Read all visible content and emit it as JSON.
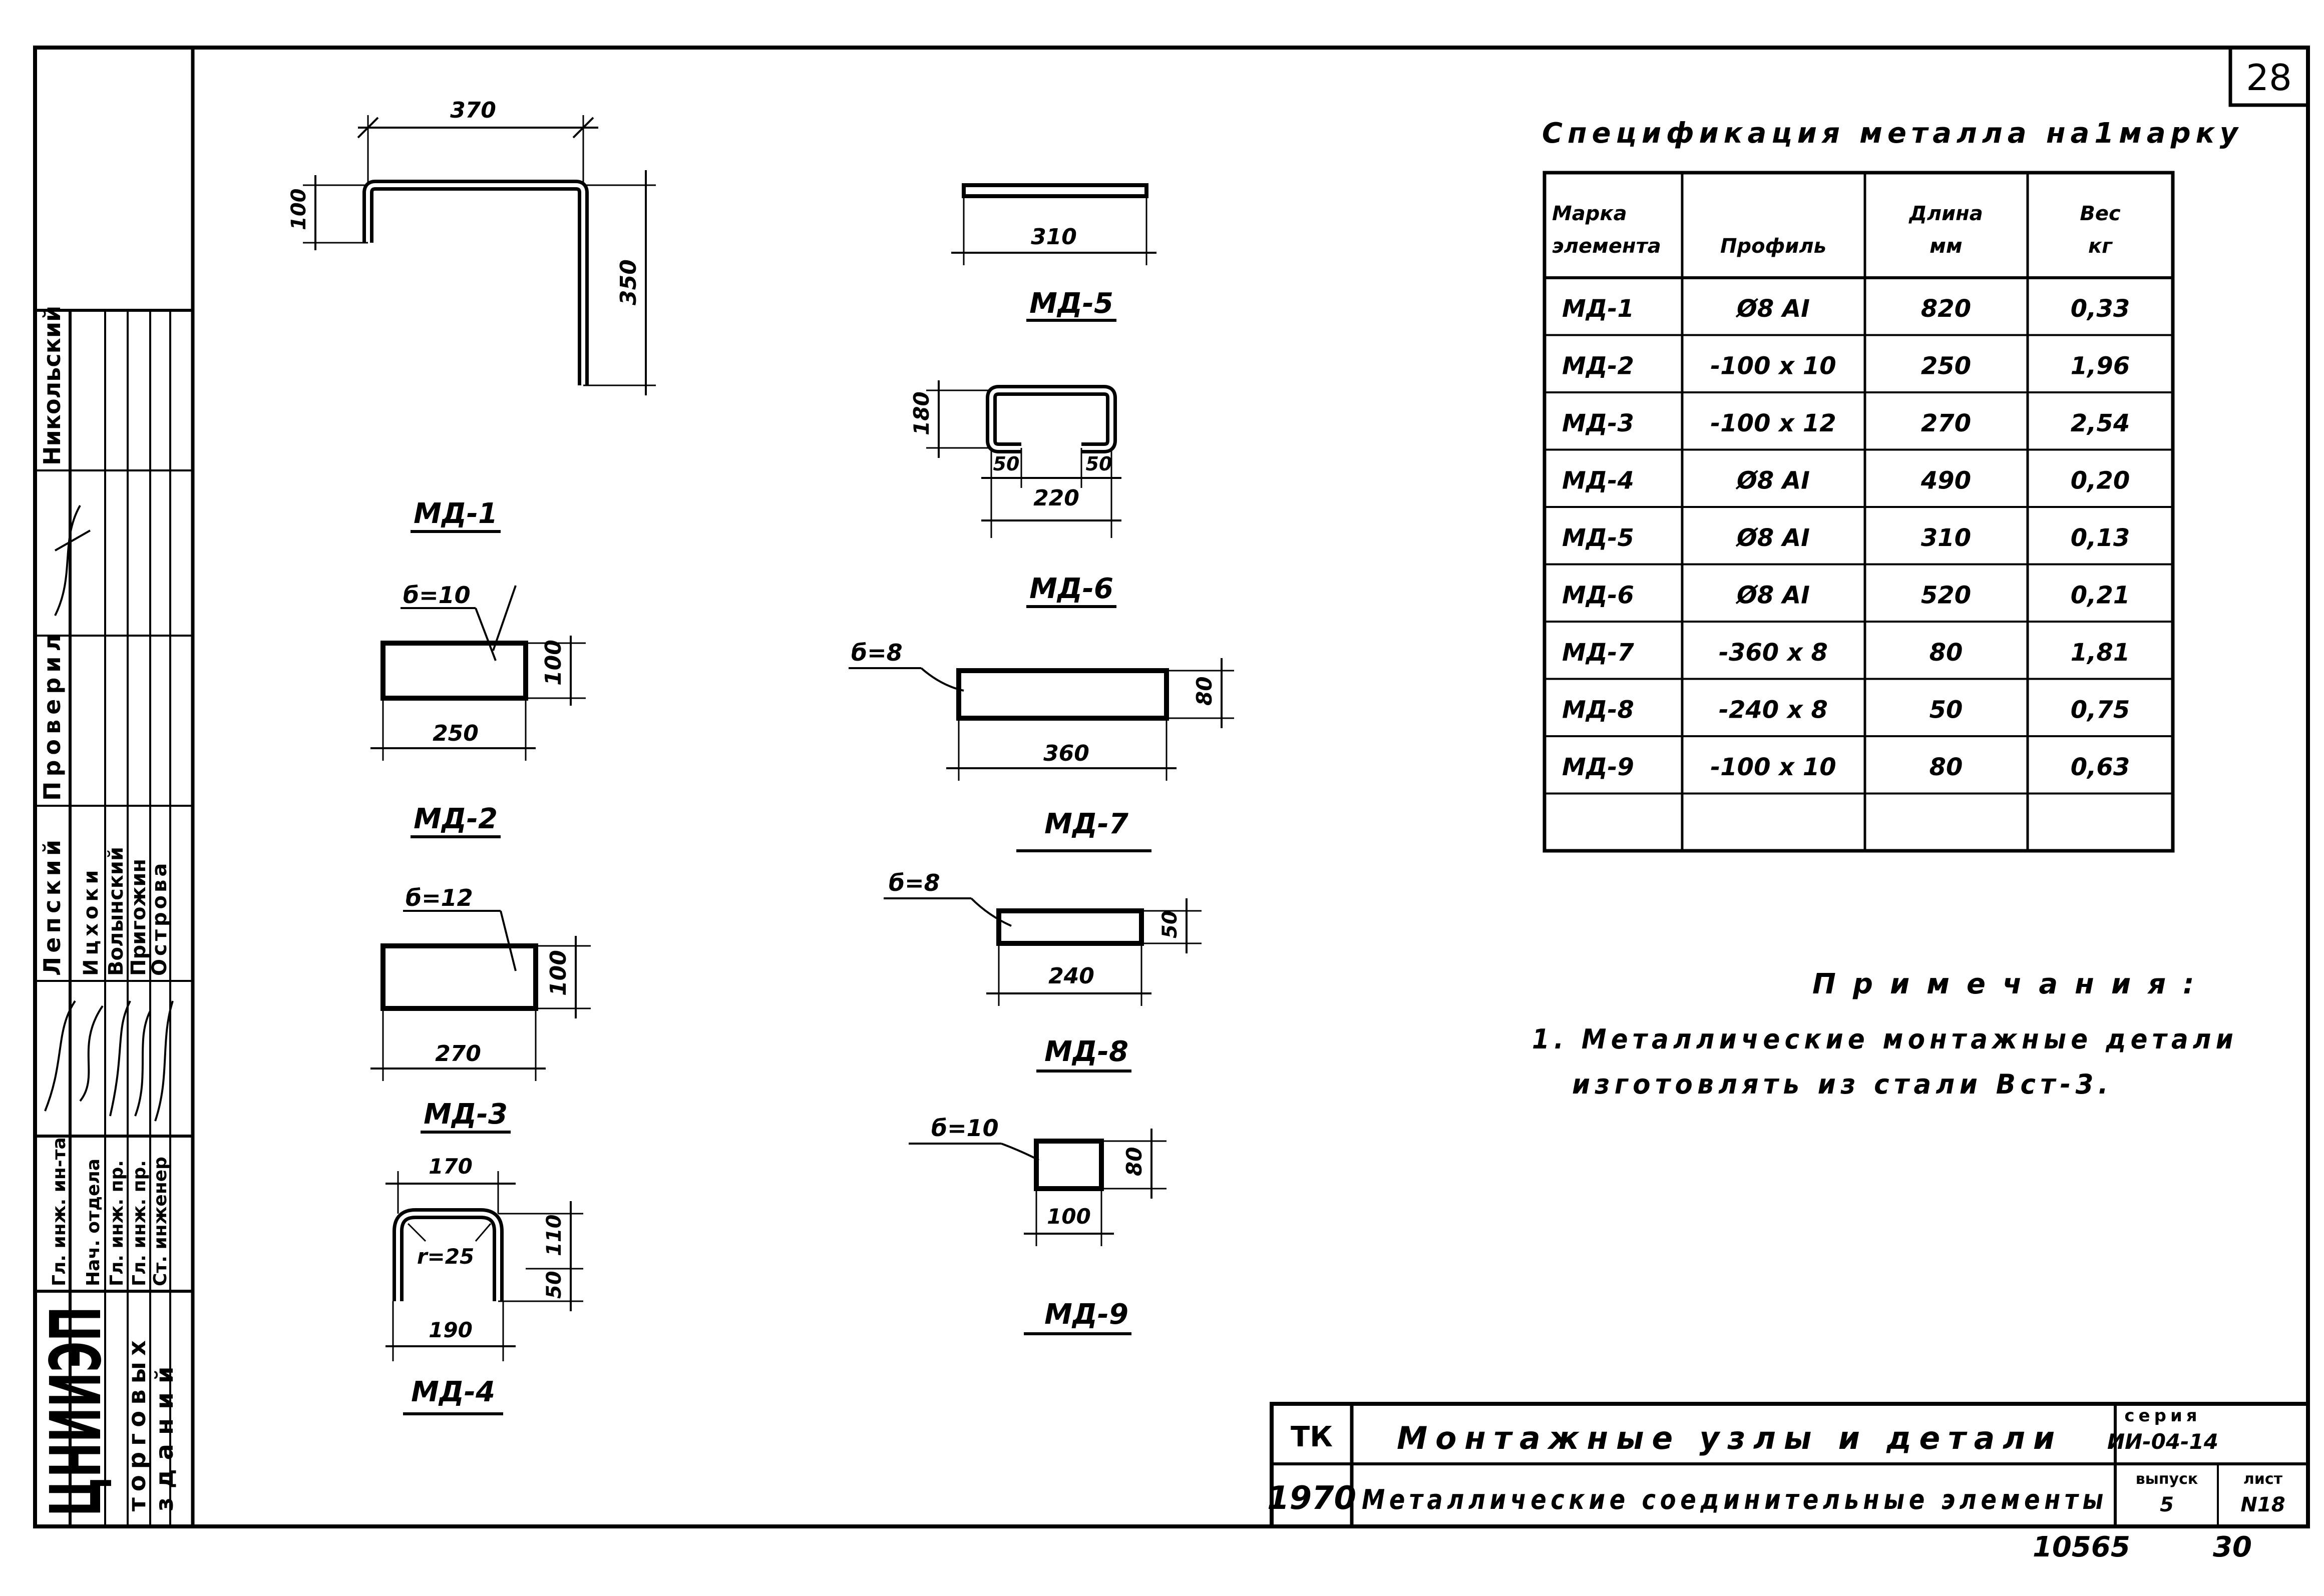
{
  "sheet": {
    "corner_number": "28",
    "bottom_code": "10565",
    "bottom_page": "30"
  },
  "spec": {
    "title": "Спецификация металла на1марку",
    "headers": [
      "Марка элемента",
      "Профиль",
      "Длина мм",
      "Вес кг"
    ],
    "rows": [
      [
        "МД-1",
        "Ø8 AI",
        "820",
        "0,33"
      ],
      [
        "МД-2",
        "-100 x 10",
        "250",
        "1,96"
      ],
      [
        "МД-3",
        "-100 x 12",
        "270",
        "2,54"
      ],
      [
        "МД-4",
        "Ø8 AI",
        "490",
        "0,20"
      ],
      [
        "МД-5",
        "Ø8 AI",
        "310",
        "0,13"
      ],
      [
        "МД-6",
        "Ø8 AI",
        "520",
        "0,21"
      ],
      [
        "МД-7",
        "-360 x 8",
        "80",
        "1,81"
      ],
      [
        "МД-8",
        "-240 x 8",
        "50",
        "0,75"
      ],
      [
        "МД-9",
        "-100 x 10",
        "80",
        "0,63"
      ],
      [
        "",
        "",
        "",
        ""
      ]
    ]
  },
  "notes": {
    "title": "Примечания:",
    "line1": "1. Металлические монтажные детали",
    "line2": "изготовлять из стали Вст-3."
  },
  "parts": {
    "md1": {
      "label": "МД-1",
      "dim_top": "370",
      "dim_left": "100",
      "dim_right": "350"
    },
    "md2": {
      "label": "МД-2",
      "thick": "б=10",
      "dim_w": "250",
      "dim_h": "100"
    },
    "md3": {
      "label": "МД-3",
      "thick": "б=12",
      "dim_w": "270",
      "dim_h": "100"
    },
    "md4": {
      "label": "МД-4",
      "dim_top": "170",
      "dim_bottom": "190",
      "radius": "r=25",
      "dim_h1": "110",
      "dim_h2": "50"
    },
    "md5": {
      "label": "МД-5",
      "dim_w": "310"
    },
    "md6": {
      "label": "МД-6",
      "dim_h": "180",
      "dim_a": "50",
      "dim_b": "50",
      "dim_w": "220"
    },
    "md7": {
      "label": "МД-7",
      "thick": "б=8",
      "dim_w": "360",
      "dim_h": "80"
    },
    "md8": {
      "label": "МД-8",
      "thick": "б=8",
      "dim_w": "240",
      "dim_h": "50"
    },
    "md9": {
      "label": "МД-9",
      "thick": "б=10",
      "dim_w": "100",
      "dim_h": "80"
    }
  },
  "left_strip": {
    "header_cells": [
      "Никольский",
      "",
      "",
      ""
    ],
    "roles": [
      "Гл. инж. ин-та",
      "Нач. отдела",
      "Гл. инж. пр.",
      "Гл. инж. пр.",
      "Ст. инженер"
    ],
    "names": [
      "Лепский",
      "Ицхоки",
      "Волынский",
      "Пригожин",
      "Острова"
    ],
    "check_label": "Проверил",
    "org_main": "ЦНИИЭП",
    "org_sub1": "торговых",
    "org_sub2": "зданий"
  },
  "title_block": {
    "tk": "ТК",
    "year": "1970",
    "title1": "Монтажные узлы и детали",
    "title2": "Металлические соединительные элементы",
    "seria_label": "серия",
    "seria_value": "ИИ-04-14",
    "vypusk_label": "выпуск",
    "vypusk_value": "5",
    "list_label": "лист",
    "list_value": "N18"
  }
}
